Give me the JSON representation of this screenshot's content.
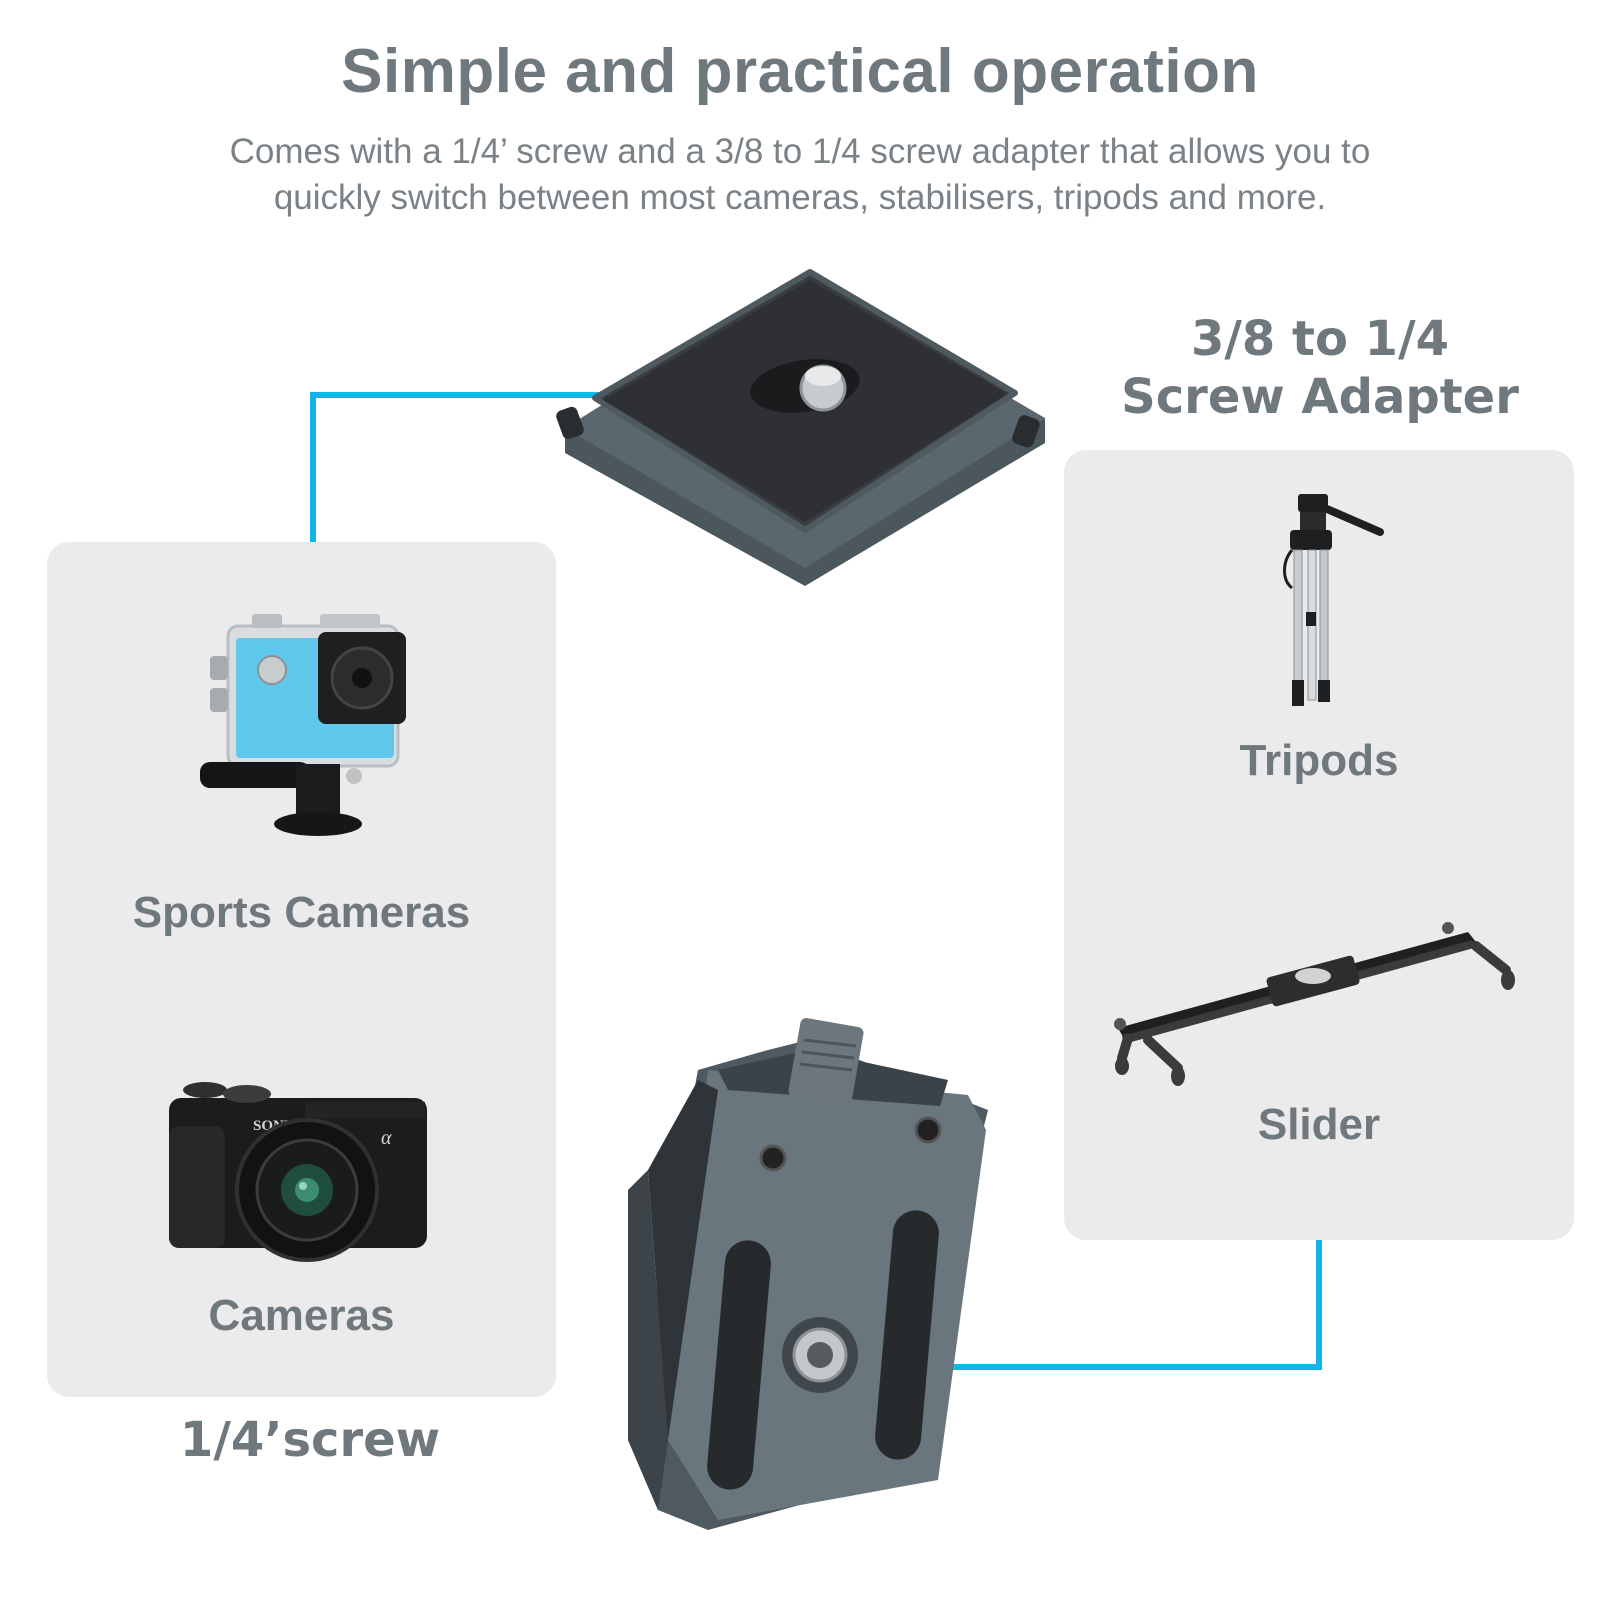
{
  "header": {
    "title": "Simple and practical operation",
    "subtitle_line1": "Comes with a 1/4’ screw and a 3/8 to 1/4 screw adapter that allows you to",
    "subtitle_line2": "quickly switch between most cameras, stabilisers, tripods and more."
  },
  "left_panel": {
    "items": [
      {
        "label": "Sports Cameras",
        "icon": "action-camera-icon"
      },
      {
        "label": "Cameras",
        "icon": "mirrorless-camera-icon"
      }
    ],
    "caption": "1/4’screw"
  },
  "right_panel": {
    "heading_line1": "3/8 to 1/4",
    "heading_line2": "Screw Adapter",
    "items": [
      {
        "label": "Tripods",
        "icon": "tripod-icon"
      },
      {
        "label": "Slider",
        "icon": "camera-slider-icon"
      }
    ]
  },
  "products": {
    "top_plate": "quick-release-plate-with-screw",
    "bottom_clamp": "quick-release-clamp-with-adapter"
  },
  "colors": {
    "text": "#6f787d",
    "connector_line": "#12b5e8",
    "panel_bg": "#ebebeb",
    "metal": "#5f6b71"
  }
}
